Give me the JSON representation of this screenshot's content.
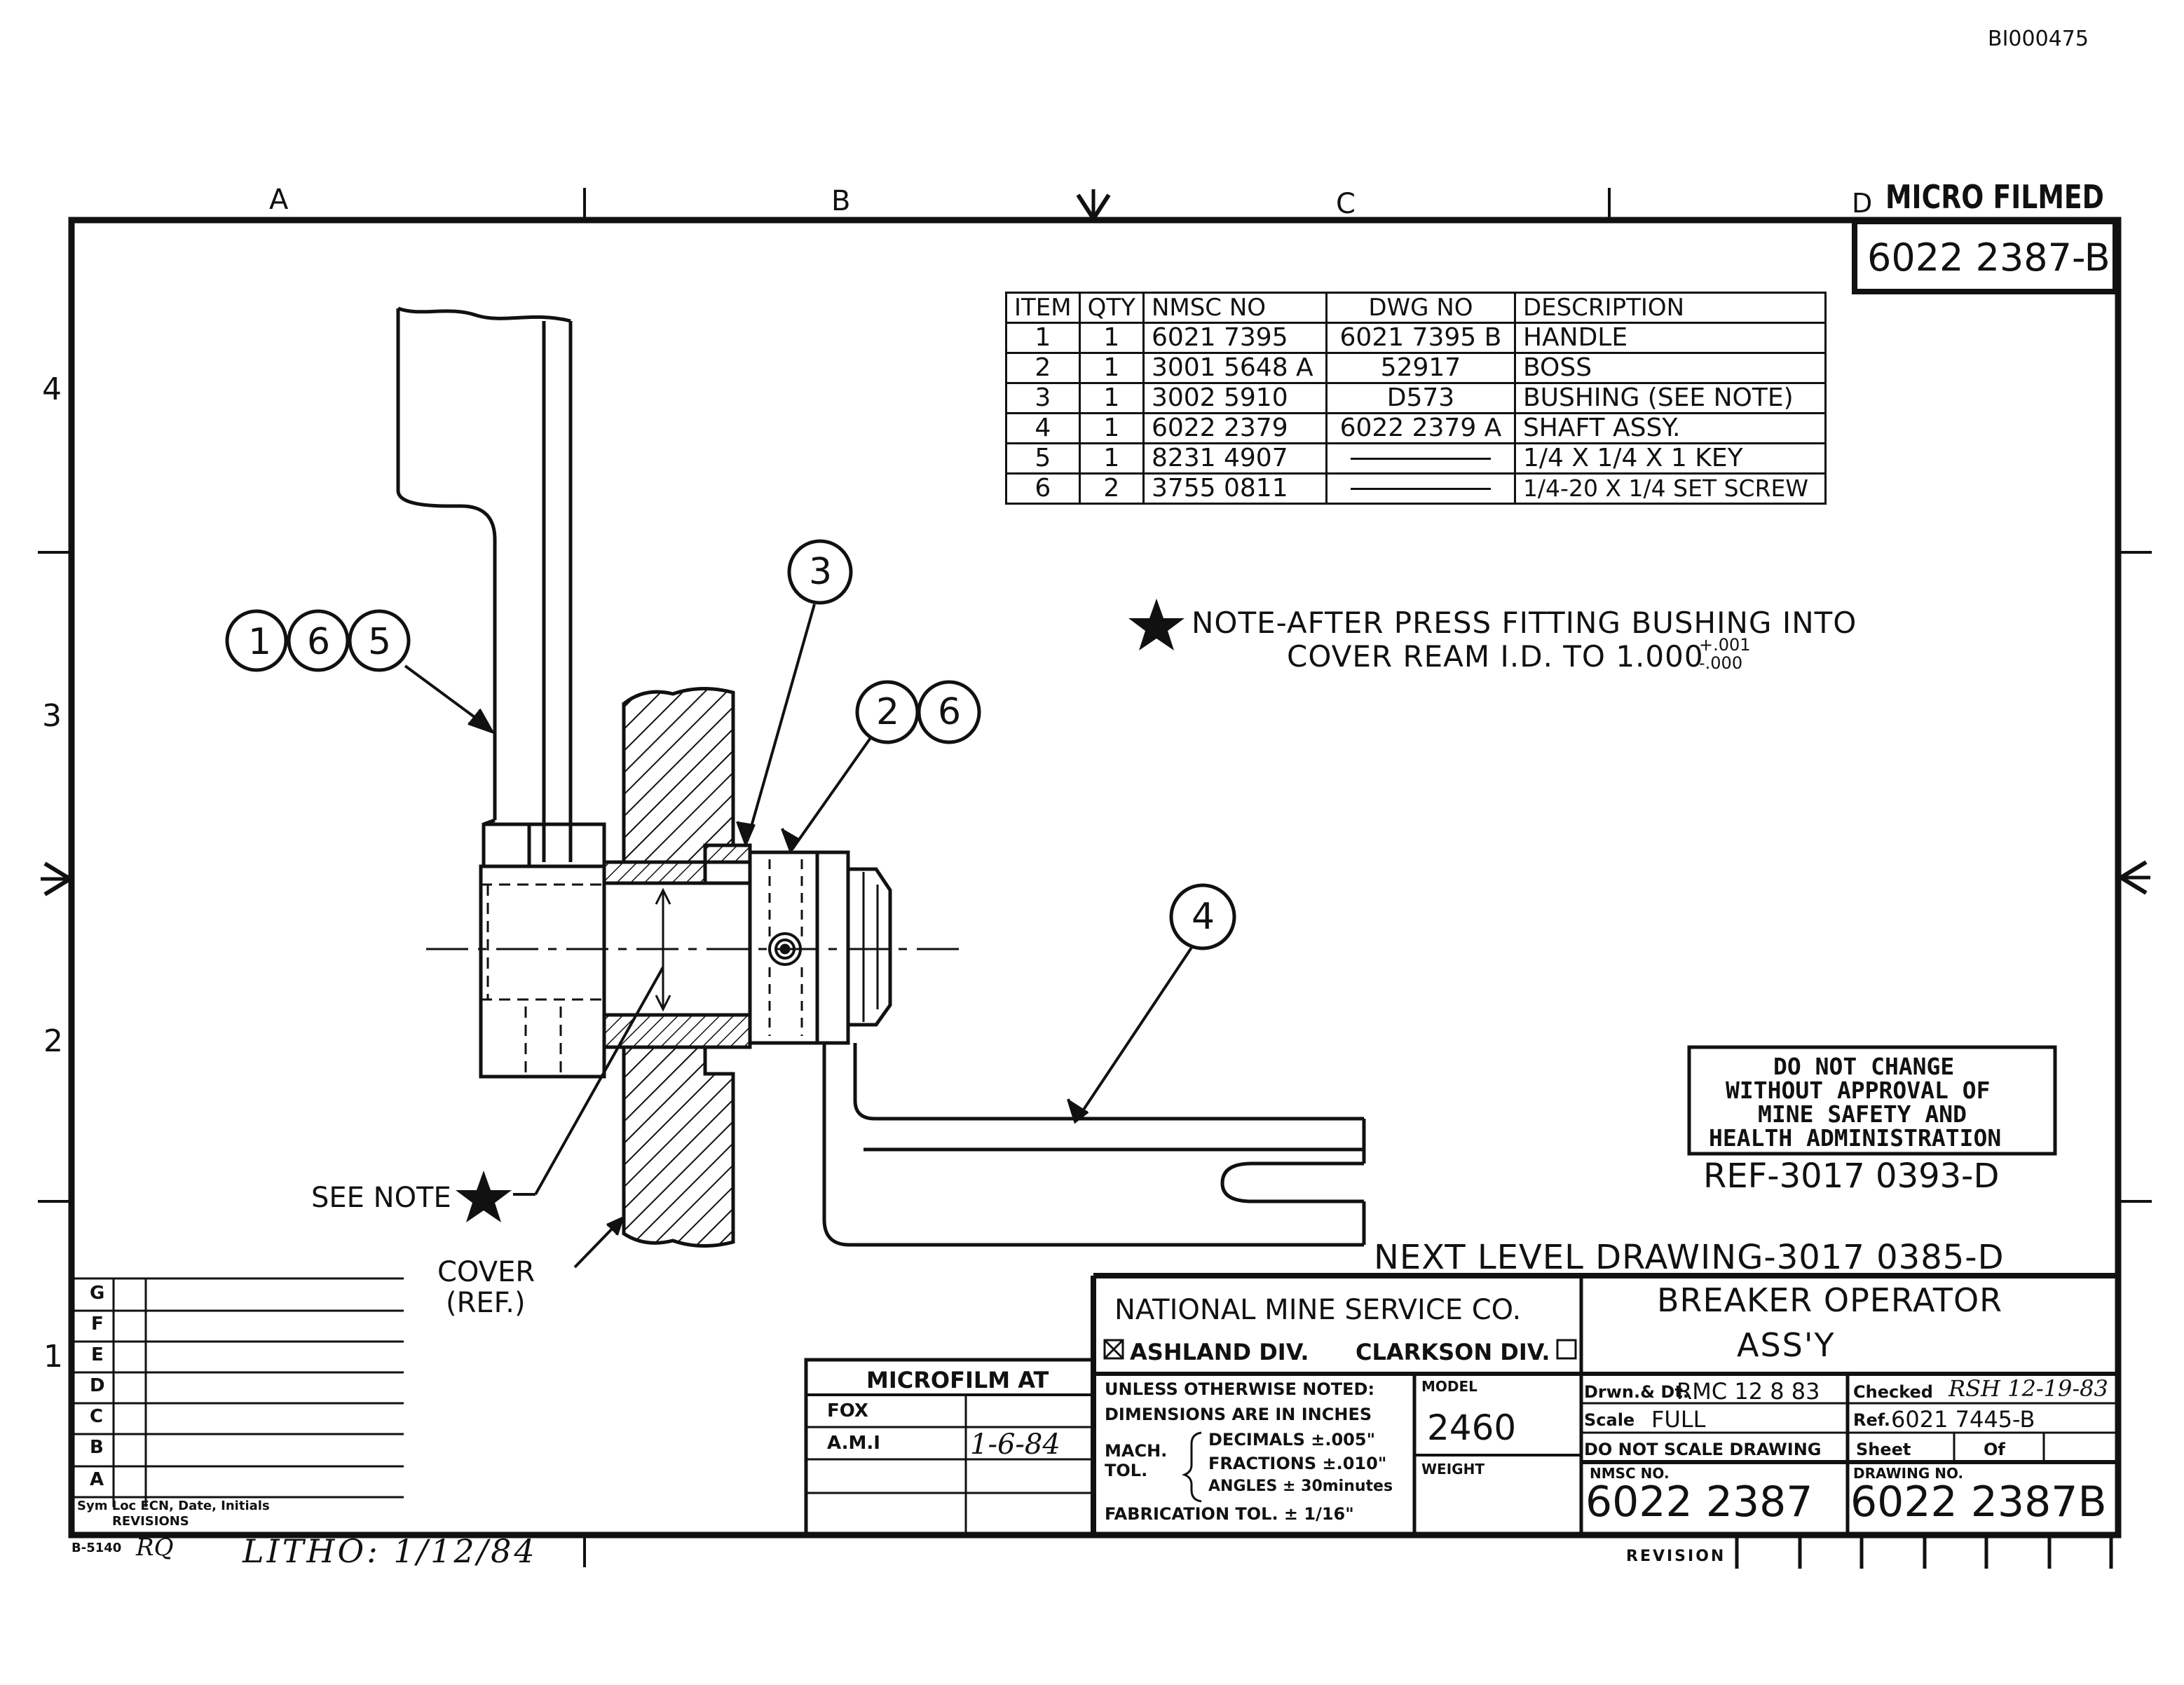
{
  "header": {
    "doc_id": "BI000475",
    "microfilmed_stamp": "MICRO FILMED",
    "zone_letters": [
      "A",
      "B",
      "C",
      "D"
    ],
    "zone_numbers": [
      "4",
      "3",
      "2",
      "1"
    ]
  },
  "drawing_number_box": "6022 2387-B",
  "bom": {
    "headers": [
      "ITEM",
      "QTY",
      "NMSC NO",
      "DWG NO",
      "DESCRIPTION"
    ],
    "rows": [
      [
        "1",
        "1",
        "6021 7395",
        "6021 7395 B",
        "HANDLE"
      ],
      [
        "2",
        "1",
        "3001 5648 A",
        "52917",
        "BOSS"
      ],
      [
        "3",
        "1",
        "3002 5910",
        "D573",
        "BUSHING (SEE NOTE)"
      ],
      [
        "4",
        "1",
        "6022 2379",
        "6022 2379 A",
        "SHAFT ASSY."
      ],
      [
        "5",
        "1",
        "8231 4907",
        "",
        "1/4 X 1/4 X 1 KEY"
      ],
      [
        "6",
        "2",
        "3755 0811",
        "",
        "1/4-20 X 1/4 SET SCREW"
      ]
    ]
  },
  "note": {
    "line1": "NOTE-AFTER PRESS FITTING BUSHING INTO",
    "line2": "COVER REAM I.D. TO 1.000",
    "tol_plus": "+.001",
    "tol_minus": "-.000"
  },
  "balloons": {
    "b1": "1",
    "b6a": "6",
    "b5": "5",
    "b3": "3",
    "b2": "2",
    "b6b": "6",
    "b4": "4"
  },
  "labels": {
    "see_note": "SEE NOTE",
    "cover": "COVER",
    "cover_ref": "(REF.)"
  },
  "msha_box": {
    "line1": "DO NOT CHANGE",
    "line2": "WITHOUT APPROVAL OF",
    "line3": "MINE SAFETY AND",
    "line4": "HEALTH ADMINISTRATION"
  },
  "ref_drawing": "REF-3017 0393-D",
  "next_level": "NEXT LEVEL DRAWING-3017 0385-D",
  "revisions": {
    "rows": [
      "G",
      "F",
      "E",
      "D",
      "C",
      "B",
      "A"
    ],
    "footer": "Sym Loc ECN, Date, Initials",
    "title": "REVISIONS"
  },
  "microfilm": {
    "title": "MICROFILM AT",
    "row1": "FOX",
    "row2": "A.M.I",
    "date": "1-6-84"
  },
  "title_block": {
    "company": "NATIONAL MINE SERVICE CO.",
    "div1": "ASHLAND DIV.",
    "div2": "CLARKSON DIV.",
    "title1": "BREAKER OPERATOR",
    "title2": "ASS'Y",
    "unless": "UNLESS OTHERWISE NOTED:",
    "dims": "DIMENSIONS ARE IN INCHES",
    "mach": "MACH.",
    "tol": "TOL.",
    "decimals": "DECIMALS ±.005\"",
    "fractions": "FRACTIONS ±.010\"",
    "angles": "ANGLES ± 30minutes",
    "fab_tol": "FABRICATION TOL. ± 1/16\"",
    "model_label": "MODEL",
    "model": "2460",
    "weight_label": "WEIGHT",
    "drawn_label": "Drwn.& Dt.",
    "drawn": "RMC 12 8 83",
    "checked_label": "Checked",
    "checked": "RSH 12-19-83",
    "scale_label": "Scale",
    "scale": "FULL",
    "ref_label": "Ref.",
    "ref": "6021 7445-B",
    "do_not_scale": "DO NOT SCALE DRAWING",
    "sheet_label": "Sheet",
    "of_label": "Of",
    "nmsc_label": "NMSC NO.",
    "nmsc": "6022 2387",
    "drawing_label": "DRAWING NO.",
    "drawing": "6022 2387B",
    "revision_label": "REVISION"
  },
  "bottom_left": {
    "form": "B-5140",
    "initials": "RQ",
    "litho": "LITHO: 1/12/84"
  }
}
